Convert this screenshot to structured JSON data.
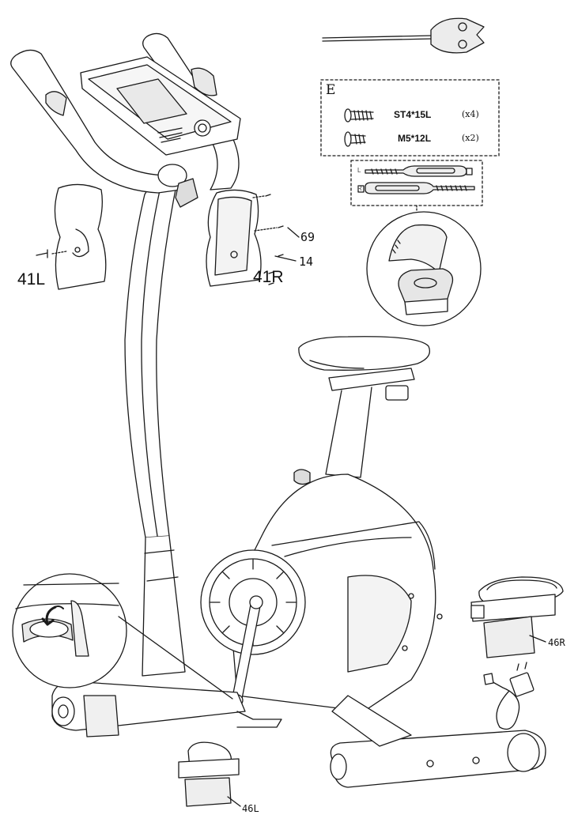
{
  "hardware_kit": {
    "group_letter": "E",
    "screws": [
      {
        "size": "ST4*15L",
        "qty": "(x4)"
      },
      {
        "size": "M5*12L",
        "qty": "(x2)"
      }
    ]
  },
  "strap_box": {
    "left_tag": "L",
    "right_tag": "R"
  },
  "part_labels": {
    "cover_left": "41L",
    "cover_right": "41R",
    "screw_69": "69",
    "washer_14": "14",
    "pedal_right": "46R",
    "pedal_left": "46L"
  },
  "colors": {
    "line": "#1a1a1a",
    "shade": "#d9d9d9",
    "light": "#f0f0f0"
  }
}
